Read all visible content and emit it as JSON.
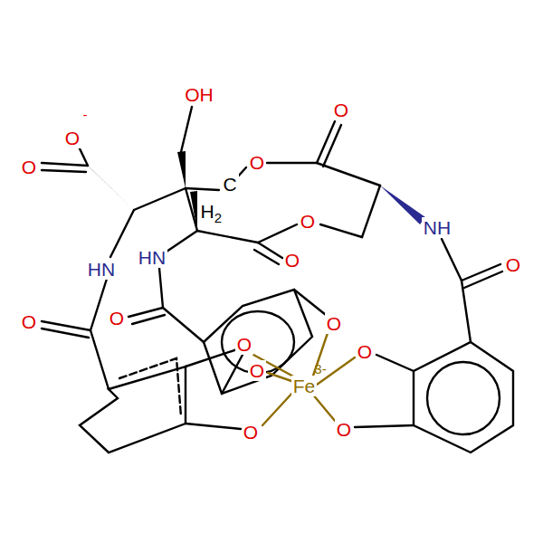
{
  "diagram": {
    "labels": [
      "O",
      "-",
      "O",
      "OH",
      "C",
      "H",
      "2",
      "O",
      "O",
      "O",
      "O",
      "NH",
      "HN",
      "HN",
      "O",
      "O",
      "O",
      "O",
      "O",
      "O",
      "O",
      "Fe",
      "3-",
      "O",
      "O"
    ]
  }
}
